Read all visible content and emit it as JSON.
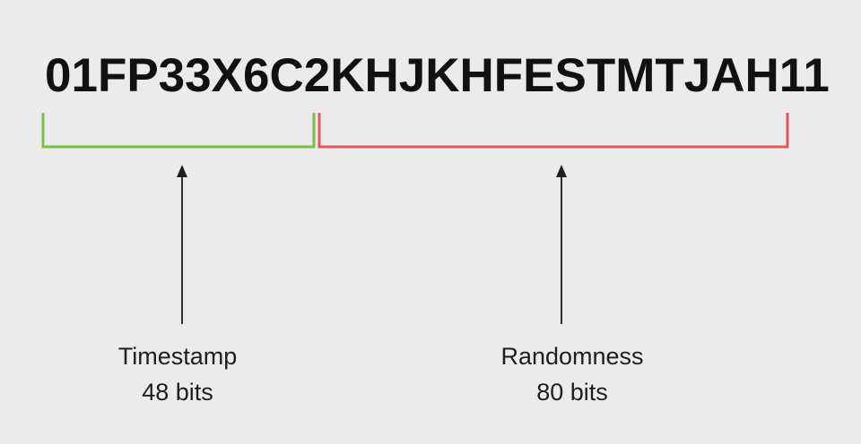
{
  "ulid": {
    "timestamp_part": "01FP33X6C2",
    "randomness_part": "KHJKHFESTMTJAH11"
  },
  "segments": {
    "timestamp": {
      "name": "Timestamp",
      "bits": "48 bits",
      "color": "#7bc043"
    },
    "randomness": {
      "name": "Randomness",
      "bits": "80 bits",
      "color": "#e05a5a"
    }
  },
  "colors": {
    "background": "#ebebeb",
    "text": "#111111",
    "arrow": "#1e1e1e"
  }
}
